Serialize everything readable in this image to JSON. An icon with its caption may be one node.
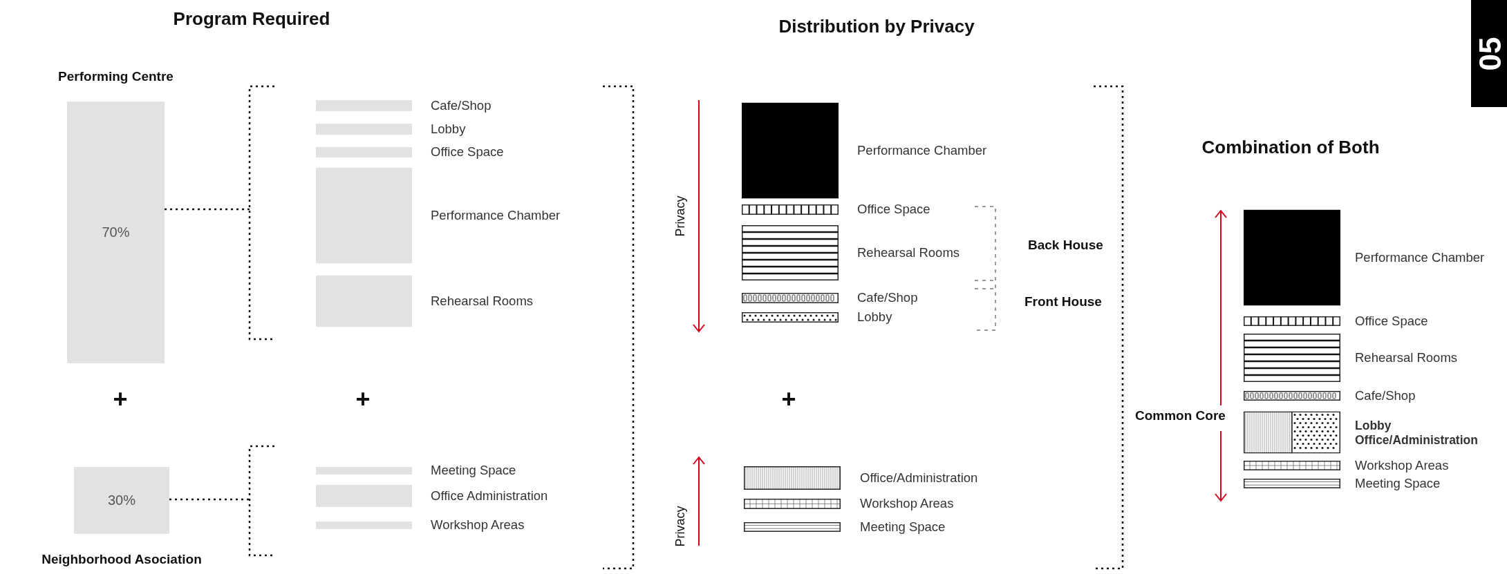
{
  "diagram": {
    "nodes": [
      {
        "text": [
          "Performing Centre",
          "70%"
        ]
      },
      {
        "text": [
          "Cafe/Shop"
        ]
      },
      {
        "text": [
          "Lobby"
        ]
      },
      {
        "text": [
          "Office Space"
        ]
      },
      {
        "text": [
          "Performance Chamber"
        ]
      },
      {
        "text": [
          "Rehearsal Rooms"
        ]
      },
      {
        "text": [
          "30%",
          "Neighborhood Asociation"
        ]
      },
      {
        "text": [
          "Meeting Space"
        ]
      },
      {
        "text": [
          "Office Administration"
        ]
      },
      {
        "text": [
          "Workshop Areas"
        ]
      },
      {
        "text": [
          "Performance Chamber"
        ]
      },
      {
        "text": [
          "Office Space"
        ]
      },
      {
        "text": [
          "Rehearsal Rooms"
        ]
      },
      {
        "text": [
          "Cafe/Shop"
        ]
      },
      {
        "text": [
          "Lobby"
        ]
      },
      {
        "text": [
          "Office/Administration"
        ]
      },
      {
        "text": [
          "Workshop Areas"
        ]
      },
      {
        "text": [
          "Meeting Space"
        ]
      },
      {
        "text": [
          "Performance Chamber"
        ]
      },
      {
        "text": [
          "Office Space"
        ]
      },
      {
        "text": [
          "Rehearsal Rooms"
        ]
      },
      {
        "text": [
          "Cafe/Shop"
        ]
      },
      {
        "text": [
          "Lobby",
          "Office/Administration"
        ]
      },
      {
        "text": [
          "Workshop Areas"
        ]
      },
      {
        "text": [
          "Meeting Space"
        ]
      },
      {
        "text": [],
        "shape": "bracket"
      },
      {
        "text": [],
        "shape": "bracket"
      }
    ],
    "edges": [
      {
        "from": 0,
        "to": 25,
        "arrow": "none",
        "style": "dashed"
      },
      {
        "from": 6,
        "to": 26,
        "arrow": "none",
        "style": "dashed"
      }
    ],
    "labels": [
      "Program Required",
      "Distribution by Privacy",
      "05",
      "Combination of Both",
      "Privacy",
      "Back House",
      "Front House",
      "+",
      "+",
      "+",
      "Common Core",
      "Privacy"
    ]
  }
}
